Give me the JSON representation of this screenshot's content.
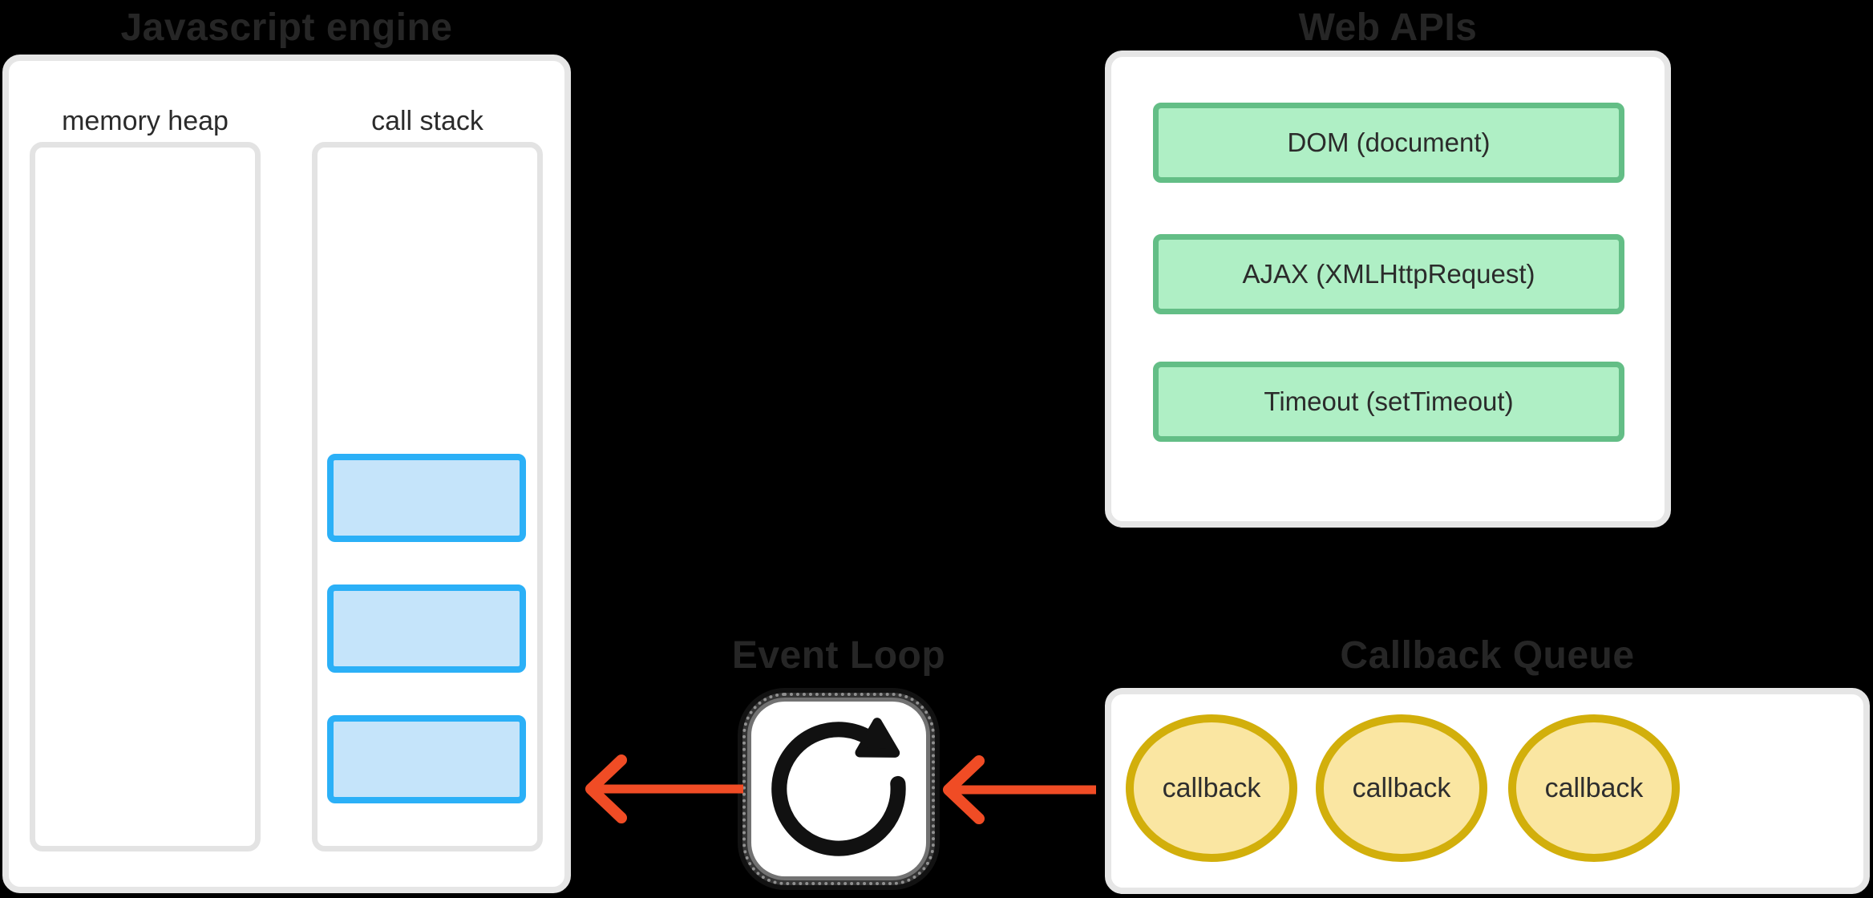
{
  "diagram_title": "JavaScript runtime / event loop diagram",
  "background_color": "#000000",
  "colors": {
    "panel_fill": "#ffffff",
    "panel_border": "#e6e6e6",
    "inner_box_border": "#e3e3e3",
    "title_text": "#262626",
    "label_text": "#2b2b2b",
    "stack_frame_fill": "#c5e4fa",
    "stack_frame_border": "#2bb0f7",
    "api_box_fill": "#afefc5",
    "api_box_border": "#63be86",
    "callback_fill": "#fae6a2",
    "callback_border": "#d2af0b",
    "arrow_color": "#f04c25",
    "icon_color": "#111111"
  },
  "js_engine": {
    "title": "Javascript engine",
    "memory_heap_label": "memory heap",
    "call_stack_label": "call stack",
    "stack_frame_count": 3
  },
  "web_apis": {
    "title": "Web APIs",
    "items": [
      "DOM (document)",
      "AJAX (XMLHttpRequest)",
      "Timeout (setTimeout)"
    ]
  },
  "event_loop": {
    "title": "Event Loop",
    "icon": "clockwise-loop-icon"
  },
  "callback_queue": {
    "title": "Callback Queue",
    "items": [
      "callback",
      "callback",
      "callback"
    ]
  },
  "arrows": {
    "from_event_loop_to_call_stack": "left-arrow",
    "from_callback_queue_to_event_loop": "left-arrow"
  }
}
